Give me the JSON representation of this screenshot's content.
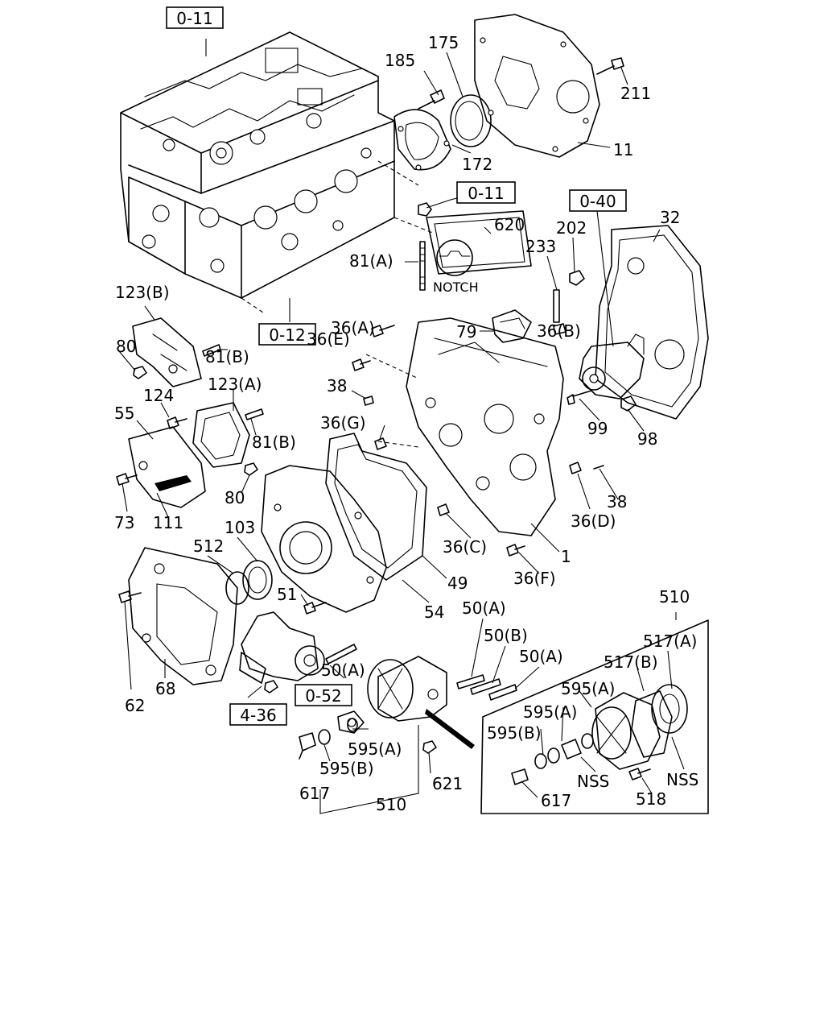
{
  "title": "",
  "refs": {
    "r1": "0-11",
    "r2": "0-11",
    "r3": "0-40",
    "r4": "0-12",
    "r5": "0-52",
    "r6": "4-36"
  },
  "labels": {
    "l185": "185",
    "l175": "175",
    "l211": "211",
    "l172": "172",
    "l11": "11",
    "l620": "620",
    "l81a": "81(A)",
    "l233": "233",
    "l202": "202",
    "l32": "32",
    "notch": "NOTCH",
    "l79": "79",
    "l36a": "36(A)",
    "l36b": "36(B)",
    "l36e": "36(E)",
    "l123b": "123(B)",
    "l80a": "80",
    "l81b1": "81(B)",
    "l38a": "38",
    "l124": "124",
    "l123a": "123(A)",
    "l55": "55",
    "l81b2": "81(B)",
    "l36g": "36(G)",
    "l99": "99",
    "l98": "98",
    "l73": "73",
    "l111": "111",
    "l80b": "80",
    "l38b": "38",
    "l36d": "36(D)",
    "l103": "103",
    "l512": "512",
    "l36c": "36(C)",
    "l1": "1",
    "l36f": "36(F)",
    "l49": "49",
    "l51": "51",
    "l54": "54",
    "l50a1": "50(A)",
    "l510top": "510",
    "l50b": "50(B)",
    "l517a": "517(A)",
    "l50a2": "50(A)",
    "l517b": "517(B)",
    "l62": "62",
    "l68": "68",
    "l50a3": "50(A)",
    "l595a1": "595(A)",
    "l595a2": "595(A)",
    "l595b1": "595(B)",
    "l595a3": "595(A)",
    "l595b2": "595(B)",
    "l617a": "617",
    "l510b": "510",
    "l621": "621",
    "nss1": "NSS",
    "nss2": "NSS",
    "l617b": "617",
    "l518": "518"
  }
}
